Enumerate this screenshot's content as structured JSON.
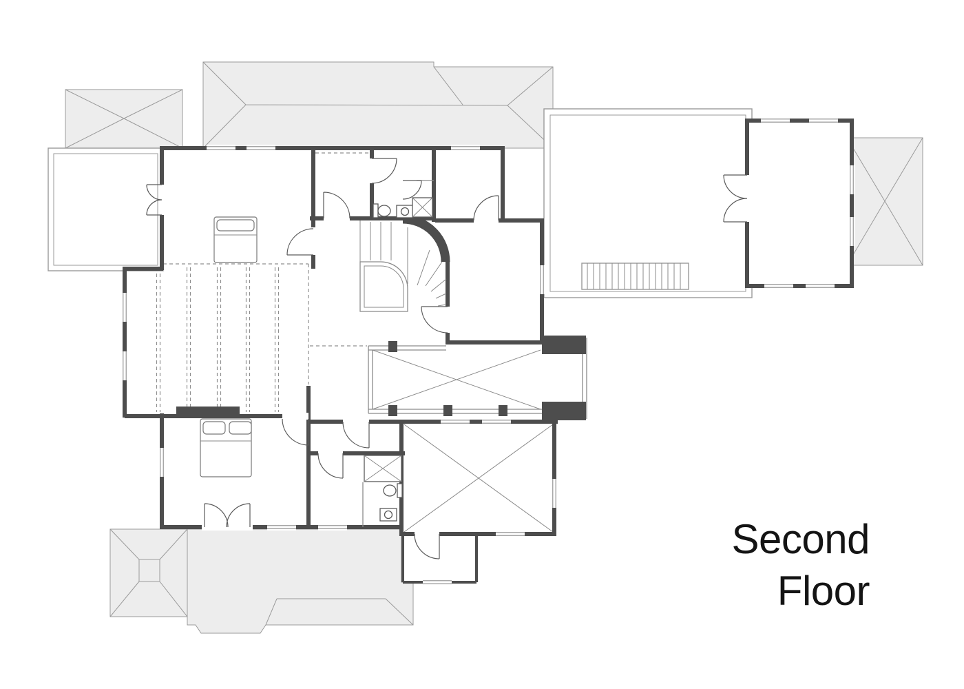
{
  "title": {
    "line1": "Second",
    "line2": "Floor"
  },
  "colors": {
    "background": "#ffffff",
    "wall": "#4d4d4d",
    "roof_fill": "#ededed",
    "roof_line": "#9a9a9a",
    "thin_line": "#8a8a8a",
    "dash_line": "#8f8f8f",
    "fixture_line": "#5a5a5a",
    "text": "#141414"
  },
  "symbols": [
    "hip-roof",
    "deck-railing",
    "exterior-stairs",
    "curved-staircase",
    "door-swing",
    "french-doors",
    "window",
    "bed",
    "toilet",
    "sink",
    "shower",
    "open-to-below-x",
    "ceiling-beam-dashed"
  ]
}
